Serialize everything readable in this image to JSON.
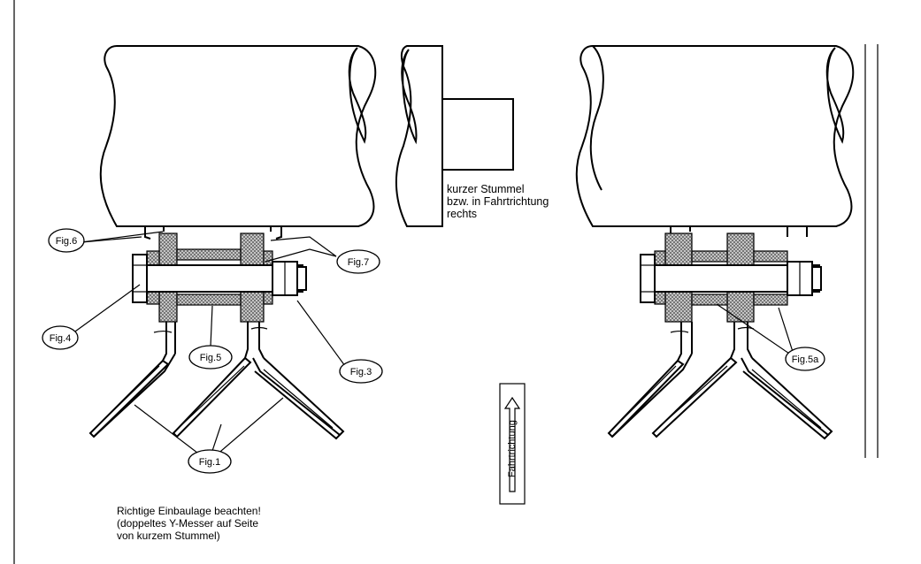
{
  "callouts": {
    "fig6": "Fig.6",
    "fig7": "Fig.7",
    "fig4": "Fig.4",
    "fig5": "Fig.5",
    "fig3": "Fig.3",
    "fig1": "Fig.1",
    "fig5a": "Fig.5a"
  },
  "notes": {
    "stummel_line1": "kurzer Stummel",
    "stummel_line2": "bzw. in Fahrtrichtung",
    "stummel_line3": "rechts",
    "install_line1": "Richtige Einbaulage beachten!",
    "install_line2": "(doppeltes Y-Messer auf Seite",
    "install_line3": "von kurzem Stummel)"
  },
  "direction": {
    "label": "Fahrtrichtung"
  }
}
